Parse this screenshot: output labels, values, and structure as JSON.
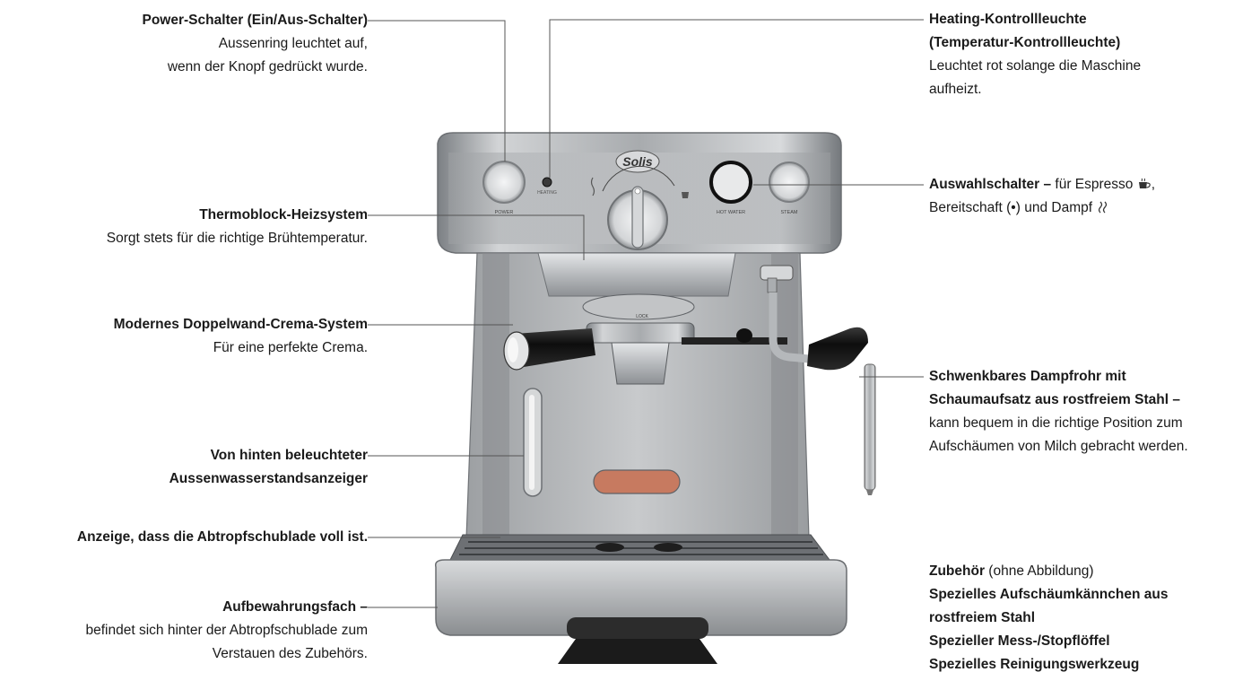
{
  "callouts": {
    "power": {
      "title": "Power-Schalter (Ein/Aus-Schalter)",
      "desc1": "Aussenring leuchtet auf,",
      "desc2": "wenn der Knopf gedrückt wurde."
    },
    "thermoblock": {
      "title": "Thermoblock-Heizsystem",
      "desc1": "Sorgt stets für die richtige Brühtemperatur."
    },
    "crema": {
      "title": "Modernes Doppelwand-Crema-System",
      "desc1": "Für eine perfekte Crema."
    },
    "water_gauge": {
      "title1": "Von hinten beleuchteter",
      "title2": "Aussenwasserstandsanzeiger"
    },
    "drip_full": {
      "title": "Anzeige, dass die Abtropfschublade voll ist."
    },
    "storage": {
      "title": "Aufbewahrungsfach –",
      "desc1": "befindet sich hinter der Abtropfschublade zum",
      "desc2": "Verstauen des Zubehörs."
    },
    "heating": {
      "title1": "Heating-Kontrollleuchte",
      "title2": "(Temperatur-Kontrollleuchte)",
      "desc1": "Leuchtet rot solange die Maschine",
      "desc2": "aufheizt."
    },
    "selector": {
      "title": "Auswahlschalter –",
      "desc1a": " für Espresso ",
      "desc2a": "Bereitschaft (•) und Dampf "
    },
    "steam_wand": {
      "title1": "Schwenkbares Dampfrohr mit",
      "title2": "Schaumaufsatz aus rostfreiem Stahl –",
      "desc1": "kann bequem in die richtige Position zum",
      "desc2": "Aufschäumen von Milch gebracht werden."
    },
    "accessories": {
      "title": "Zubehör",
      "title_note": " (ohne Abbildung)",
      "item1a": "Spezielles Aufschäumkännchen aus",
      "item1b": "rostfreiem Stahl",
      "item2": "Spezieller Mess-/Stopflöffel",
      "item3": "Spezielles Reinigungswerkzeug"
    }
  },
  "machine": {
    "brand": "Solis",
    "power_label": "POWER",
    "heating_label": "HEATING",
    "hot_water_label": "HOT WATER",
    "steam_label": "STEAM",
    "lock_label": "LOCK"
  },
  "icons": [
    "espresso-cup-icon",
    "steam-icon"
  ],
  "colors": {
    "line": "#555555",
    "steel": "#b9bcbf",
    "dark": "#1b1b1b",
    "indicator": "#c77a60"
  }
}
